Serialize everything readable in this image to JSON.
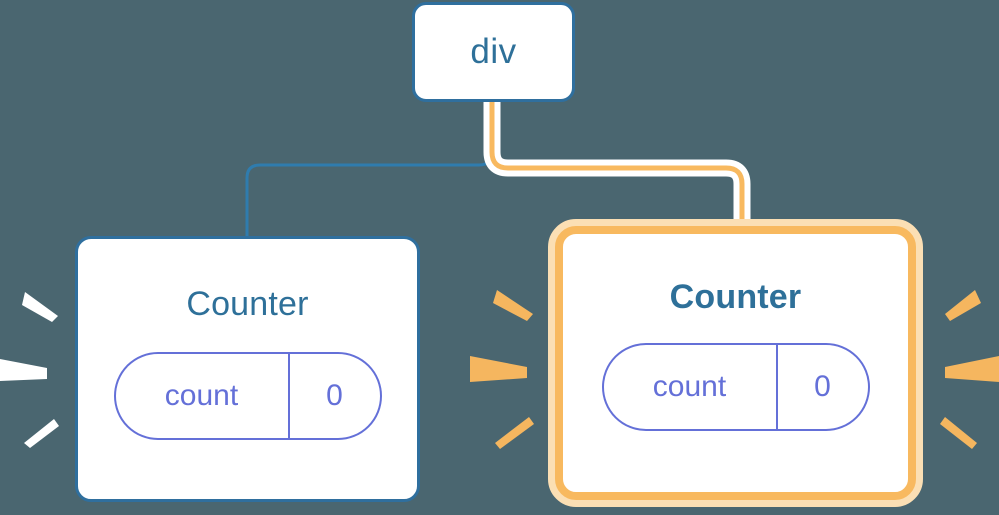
{
  "diagram": {
    "type": "component-tree",
    "background_color": "#4a6670",
    "description": "React component tree with a parent div and two Counter children; the right Counter is highlighted as re-rendering."
  },
  "nodes": {
    "root": {
      "label": "div",
      "border_color": "#2f6f9e",
      "fill_color": "#ffffff",
      "highlighted": "false"
    },
    "counter_left": {
      "title": "Counter",
      "border_color": "#2f6f9e",
      "fill_color": "#ffffff",
      "highlighted": "false",
      "state": {
        "key": "count",
        "value": "0",
        "accent_color": "#6470d8"
      }
    },
    "counter_right": {
      "title": "Counter",
      "border_color": "#f8b95f",
      "outer_glow_color": "#fbdfb4",
      "fill_color": "#ffffff",
      "highlighted": "true",
      "state": {
        "key": "count",
        "value": "0",
        "accent_color": "#6470d8"
      }
    }
  },
  "edges": [
    {
      "name": "div-to-counter-left",
      "from": "div",
      "to": "counter-left",
      "color": "#2f7cae",
      "width": 3,
      "active": "false"
    },
    {
      "name": "div-to-counter-right",
      "from": "div",
      "to": "counter-right",
      "color": "#f8b95f",
      "halo_color": "#ffffff",
      "width": 5,
      "active": "true"
    }
  ],
  "sparks": {
    "left_group": {
      "name": "counter-left-sparks",
      "color": "#ffffff",
      "count": 3,
      "side": "left",
      "meaning": "render-burst"
    },
    "middle_group": {
      "name": "counter-right-left-sparks",
      "color": "#f5b65f",
      "count": 3,
      "side": "left",
      "meaning": "render-burst"
    },
    "right_group": {
      "name": "counter-right-right-sparks",
      "color": "#f5b65f",
      "count": 3,
      "side": "right",
      "meaning": "render-burst"
    }
  }
}
